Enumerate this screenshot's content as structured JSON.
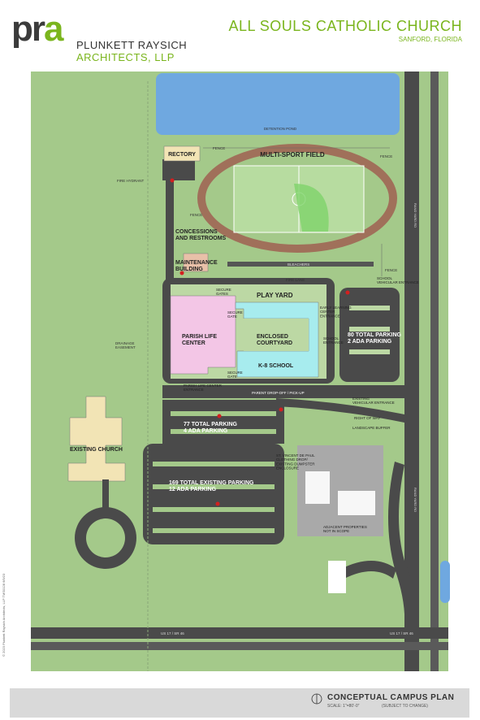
{
  "header": {
    "logo_text_dark": "pr",
    "logo_text_accent": "a",
    "firm_line1": "PLUNKETT RAYSICH",
    "firm_line2": "ARCHITECTS, LLP",
    "project_title": "ALL SOULS CATHOLIC CHURCH",
    "project_location": "SANFORD, FLORIDA"
  },
  "map_labels": {
    "detention_pond": "DETENTION POND",
    "rectory": "RECTORY",
    "multi_sport_field": "MULTI-SPORT FIELD",
    "fence_1": "FENCE",
    "fence_2": "FENCE",
    "fence_3": "FENCE",
    "fence_4": "FENCE",
    "fire_hydrant": "FIRE HYDRANT",
    "concessions": "CONCESSIONS\nAND RESTROOMS",
    "maintenance": "MAINTENANCE\nBUILDING",
    "bleachers": "BLEACHERS",
    "fire_lane": "FIRE LANE",
    "school_vehicular_entrance": "SCHOOL\nVEHICULAR ENTRANCE",
    "secure_gates": "SECURE\nGATES",
    "play_yard": "PLAY YARD",
    "secure_gate_1": "SECURE\nGATE",
    "secure_gate_2": "SECURE\nGATE",
    "parish_life_center": "PARISH LIFE\nCENTER",
    "enclosed_courtyard": "ENCLOSED\nCOURTYARD",
    "early_learning_entrance": "EARLY LEARNING\nCENTER\nENTRANCE",
    "school_entrance": "SCHOOL\nENTRANCE",
    "parking_80": "80 TOTAL PARKING\n2 ADA PARKING",
    "k8_school": "K-8 SCHOOL",
    "drainage_easement": "DRAINAGE\nEASEMENT",
    "plc_entrance": "PARISH LIFE CENTER\nENTRANCE",
    "parent_dropoff": "PARENT DROP-OFF / PICK-UP",
    "existing_vehicular_entrance": "EXISTING\nVEHICULAR ENTRANCE",
    "right_of_way": "RIGHT OF WAY",
    "landscape_buffer": "LANDSCAPE BUFFER",
    "parking_77": "77 TOTAL PARKING\n4 ADA PARKING",
    "existing_church": "EXISTING CHURCH",
    "st_vincent": "ST. VINCENT DE PAUL\nCLOTHING DROP/\nEXISTING DUMPSTER\nENCLOSURE",
    "parking_169": "169 TOTAL EXISTING PARKING\n12 ADA PARKING",
    "adjacent_properties": "ADJACENT PROPERTIES\nNOT IN SCOPE",
    "sanford_rd_1": "RAND YARD RD",
    "sanford_rd_2": "RAND YARD RD",
    "us17_left": "US 17 / SR 46",
    "us17_right": "US 17 / SR 46"
  },
  "footer": {
    "plan_title": "CONCEPTUAL CAMPUS PLAN",
    "scale": "SCALE: 1\"=80'-0\"",
    "note": "(SUBJECT TO CHANGE)",
    "copyright": "© 2023 Plunkett Raysich Architects, LLP   TMS0128 6/9/23"
  },
  "colors": {
    "accent_green": "#7ab51d",
    "grass": "#a4c98a",
    "asphalt": "#4a4a4a",
    "water": "#6fa8e0",
    "parish_pink": "#f3c6e6",
    "school_cyan": "#a7ecee",
    "church_cream": "#f2e4b5",
    "track_brown": "#a0705a"
  }
}
